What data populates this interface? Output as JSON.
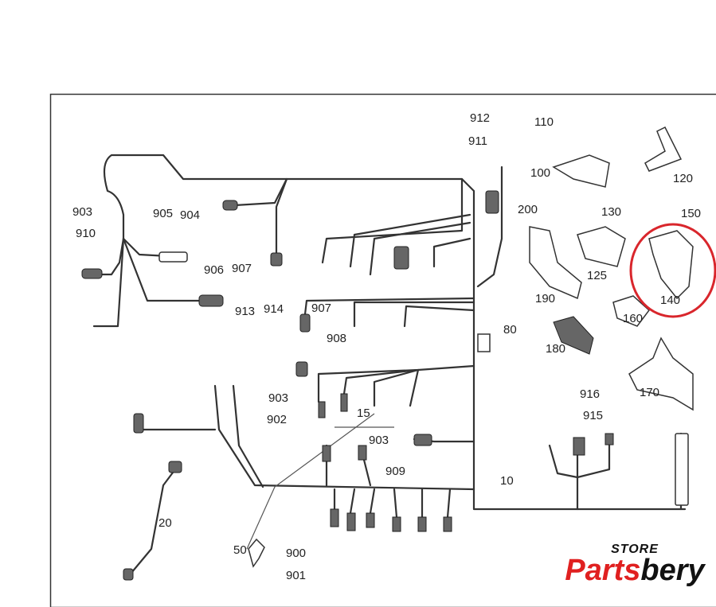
{
  "diagram": {
    "labels": [
      "912",
      "911",
      "110",
      "100",
      "120",
      "903",
      "910",
      "905",
      "904",
      "906",
      "907",
      "913",
      "914",
      "200",
      "130",
      "150",
      "125",
      "140",
      "190",
      "160",
      "907",
      "908",
      "80",
      "180",
      "170",
      "903",
      "902",
      "15",
      "916",
      "915",
      "903",
      "909",
      "10",
      "20",
      "50",
      "900",
      "901"
    ],
    "highlight_color": "#d9262c",
    "highlighted_part": "140"
  },
  "logo": {
    "top": "STORE",
    "brand_red": "Parts",
    "brand_black": "bery"
  }
}
